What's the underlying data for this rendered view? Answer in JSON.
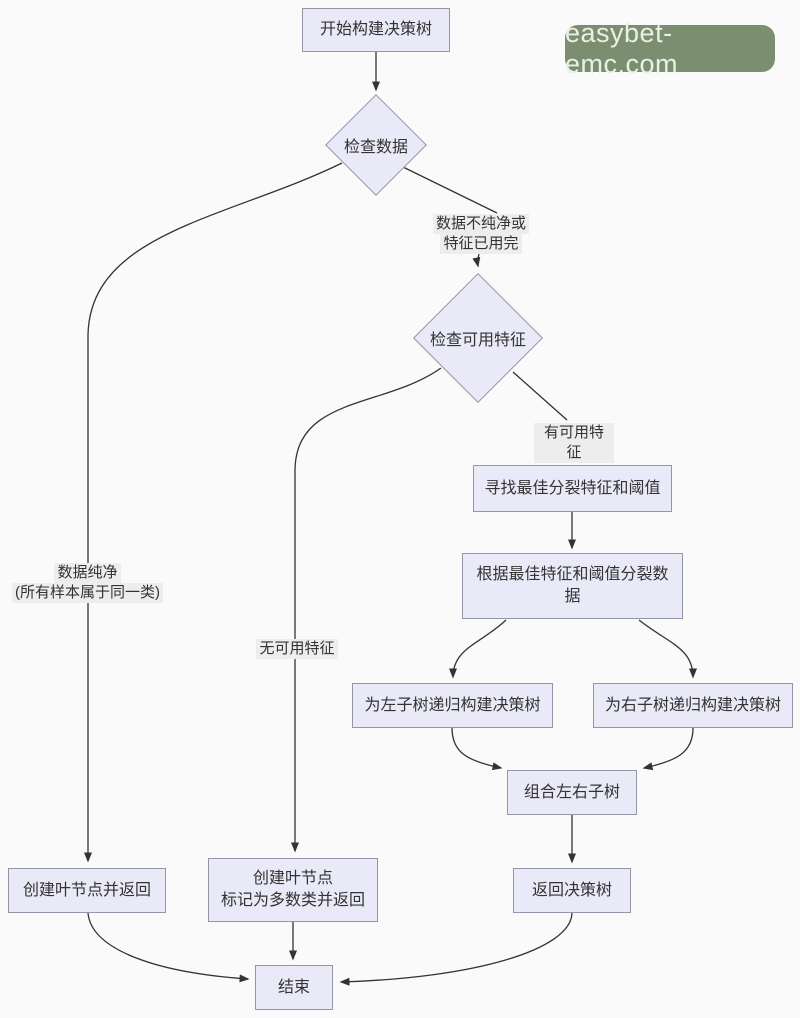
{
  "watermark": {
    "text": "easybet-emc.com"
  },
  "flowchart": {
    "nodes": {
      "start": "开始构建决策树",
      "check_data": "检查数据",
      "check_features": "检查可用特征",
      "find_split": "寻找最佳分裂特征和阈值",
      "split_data": "根据最佳特征和阈值分裂数据",
      "left_recurse": "为左子树递归构建决策树",
      "right_recurse": "为右子树递归构建决策树",
      "combine": "组合左右子树",
      "leaf_return": "创建叶节点并返回",
      "leaf_majority_line1": "创建叶节点",
      "leaf_majority_line2": "标记为多数类并返回",
      "return_tree": "返回决策树",
      "end": "结束"
    },
    "edge_labels": {
      "impure_line1": "数据不纯净或",
      "impure_line2": "特征已用完",
      "pure_line1": "数据纯净",
      "pure_line2": "(所有样本属于同一类)",
      "has_features": "有可用特征",
      "no_features": "无可用特征"
    },
    "colors": {
      "node-fill": "#e9e9f8",
      "node-border": "#9595a8",
      "line": "#333333",
      "label-bg": "#ededed",
      "watermark-bg": "#7b8f70",
      "watermark-fg": "#e9f1e5",
      "canvas-bg": "#fafafa"
    }
  }
}
